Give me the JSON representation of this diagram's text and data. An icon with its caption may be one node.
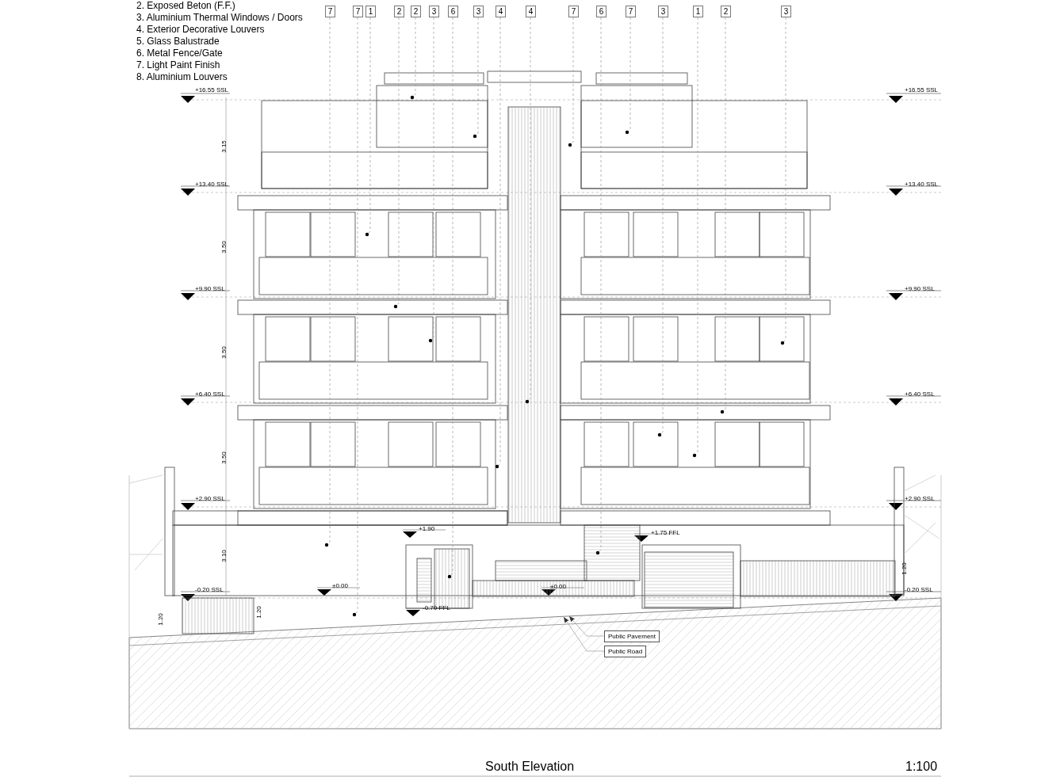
{
  "diagram": {
    "title": "South Elevation",
    "nodes": [
      {
        "text": [
          "7"
        ]
      },
      {
        "text": [
          "7"
        ]
      },
      {
        "text": [
          "1"
        ]
      },
      {
        "text": [
          "2"
        ]
      },
      {
        "text": [
          "2"
        ]
      },
      {
        "text": [
          "3"
        ]
      },
      {
        "text": [
          "6"
        ]
      },
      {
        "text": [
          "3"
        ]
      },
      {
        "text": [
          "4"
        ]
      },
      {
        "text": [
          "4"
        ]
      },
      {
        "text": [
          "7"
        ]
      },
      {
        "text": [
          "6"
        ]
      },
      {
        "text": [
          "7"
        ]
      },
      {
        "text": [
          "3"
        ]
      },
      {
        "text": [
          "1"
        ]
      },
      {
        "text": [
          "2"
        ]
      },
      {
        "text": [
          "3"
        ]
      },
      {
        "text": [
          "Public Pavement"
        ]
      },
      {
        "text": [
          "Public Road"
        ]
      }
    ],
    "edges": [
      {
        "from": 0,
        "to": null,
        "arrow": "other",
        "style": "dashed"
      },
      {
        "from": 1,
        "to": null,
        "arrow": "other",
        "style": "dashed"
      },
      {
        "from": 2,
        "to": null,
        "arrow": "other",
        "style": "dashed"
      },
      {
        "from": 3,
        "to": null,
        "arrow": "other",
        "style": "dashed"
      },
      {
        "from": 4,
        "to": null,
        "arrow": "other",
        "style": "dashed"
      },
      {
        "from": 5,
        "to": null,
        "arrow": "other",
        "style": "dashed"
      },
      {
        "from": 6,
        "to": null,
        "arrow": "other",
        "style": "dashed"
      },
      {
        "from": 7,
        "to": null,
        "arrow": "other",
        "style": "dashed"
      },
      {
        "from": 8,
        "to": null,
        "arrow": "other",
        "style": "dashed"
      },
      {
        "from": 9,
        "to": null,
        "arrow": "other",
        "style": "dashed"
      },
      {
        "from": 10,
        "to": null,
        "arrow": "other",
        "style": "dashed"
      },
      {
        "from": 11,
        "to": null,
        "arrow": "other",
        "style": "dashed"
      },
      {
        "from": 12,
        "to": null,
        "arrow": "other",
        "style": "dashed"
      },
      {
        "from": 13,
        "to": null,
        "arrow": "other",
        "style": "dashed"
      },
      {
        "from": 14,
        "to": null,
        "arrow": "other",
        "style": "dashed"
      },
      {
        "from": 15,
        "to": null,
        "arrow": "other",
        "style": "dashed"
      },
      {
        "from": 16,
        "to": null,
        "arrow": "other",
        "style": "dashed"
      },
      {
        "from": 17,
        "to": null,
        "arrow": "to"
      },
      {
        "from": 18,
        "to": null,
        "arrow": "to"
      }
    ],
    "labels": [
      "2. Exposed Beton (F.F.)",
      "3. Aluminium Thermal Windows / Doors",
      "4. Exterior Decorative Louvers",
      "5. Glass Balustrade",
      "6. Metal Fence/Gate",
      "7. Light Paint Finish",
      "8. Aluminium Louvers",
      "+16.55 SSL",
      "+16.55 SSL",
      "3.15",
      "+13.40 SSL",
      "+13.40 SSL",
      "3.50",
      "+9.90 SSL",
      "+9.90 SSL",
      "3.50",
      "+6.40 SSL",
      "+6.40 SSL",
      "3.50",
      "+2.90 SSL",
      "+2.90 SSL",
      "+1.90",
      "+1.75 FFL",
      "3.10",
      "1.20",
      "-0.20 SSL",
      "-0.20 SSL",
      "±0.00",
      "±0.00",
      "-0.70 FFL",
      "1.20",
      "1.20",
      "1:100"
    ]
  }
}
